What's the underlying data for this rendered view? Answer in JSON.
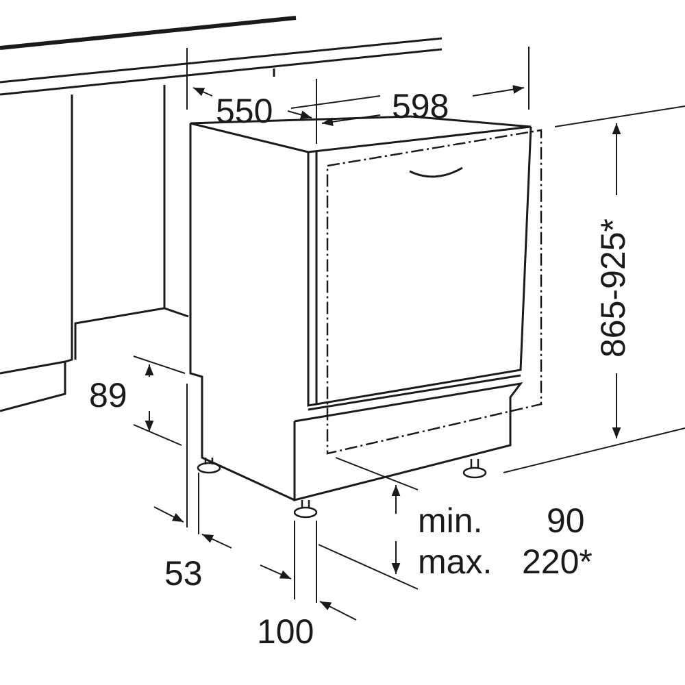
{
  "dimensions": {
    "depth": "550",
    "width": "598",
    "height": "865-925*",
    "plinth_height": "89",
    "side_offset": "53",
    "door_offset": "100",
    "min_label": "min.",
    "min_value": "90",
    "max_label": "max.",
    "max_value": "220*"
  },
  "colors": {
    "line": "#1a1a1a",
    "background": "#ffffff"
  }
}
